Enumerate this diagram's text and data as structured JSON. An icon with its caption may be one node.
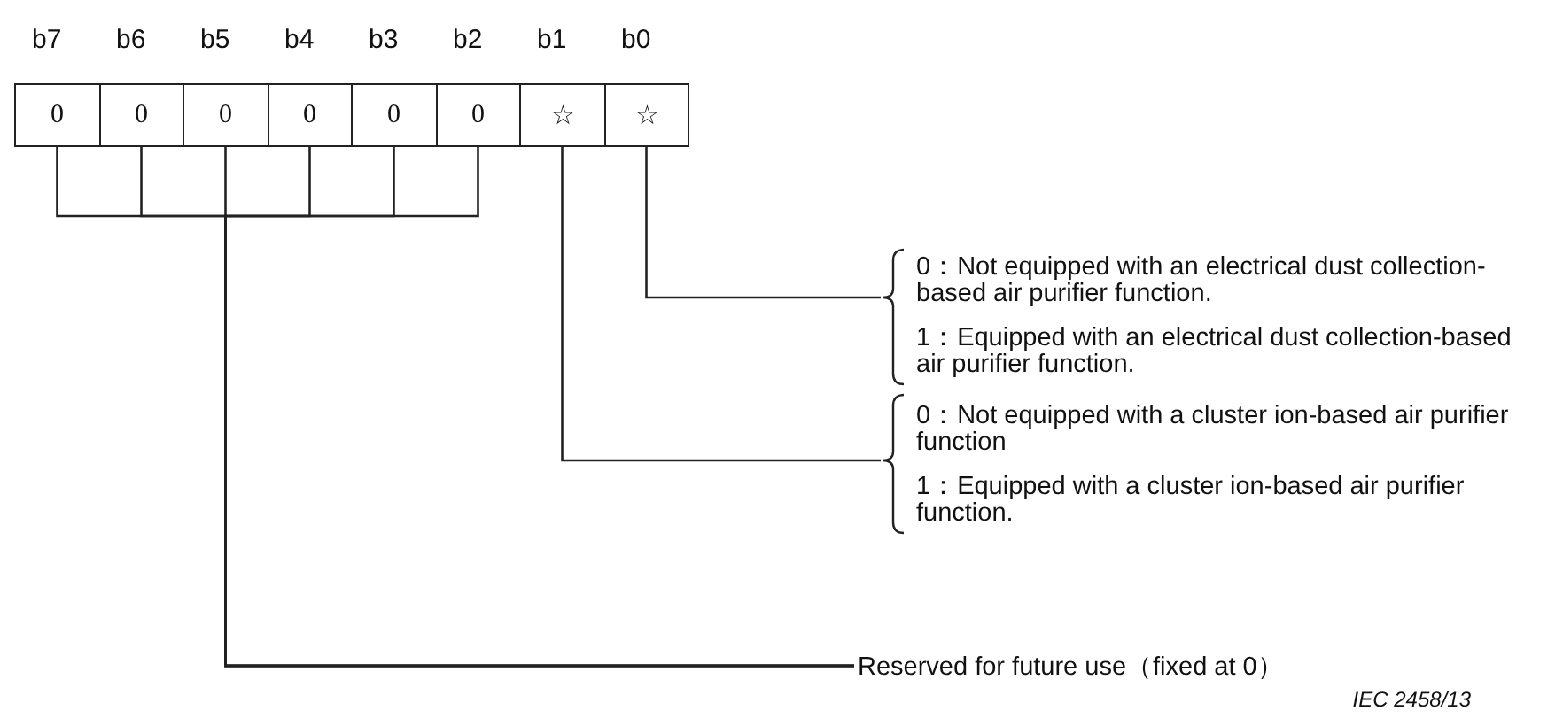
{
  "diagram": {
    "nodes": [
      {
        "text": [
          "0"
        ],
        "beside": [
          "b7"
        ]
      },
      {
        "text": [
          "0"
        ],
        "beside": [
          "b6"
        ]
      },
      {
        "text": [
          "0"
        ],
        "beside": [
          "b5"
        ]
      },
      {
        "text": [
          "0"
        ],
        "beside": [
          "b4"
        ]
      },
      {
        "text": [
          "0"
        ],
        "beside": [
          "b3"
        ]
      },
      {
        "text": [
          "0"
        ],
        "beside": [
          "b2"
        ]
      },
      {
        "text": [
          "☆"
        ],
        "beside": [
          "b1"
        ]
      },
      {
        "text": [
          "☆"
        ],
        "beside": [
          "b0"
        ]
      },
      {
        "text": [
          "0：Not equipped with an electrical dust collection-based air purifier function.",
          "1：Equipped with an electrical dust collection-based air purifier function."
        ]
      },
      {
        "text": [
          "0：Not equipped with a cluster ion-based air purifier function",
          "1：Equipped with a cluster ion-based air purifier function."
        ]
      },
      {
        "text": [
          "Reserved for future use（fixed at 0）"
        ]
      }
    ],
    "edges": [
      {
        "from": 0,
        "to": 10,
        "arrow": "none"
      },
      {
        "from": 1,
        "to": 10,
        "arrow": "none"
      },
      {
        "from": 2,
        "to": 10,
        "arrow": "none"
      },
      {
        "from": 3,
        "to": 10,
        "arrow": "none"
      },
      {
        "from": 4,
        "to": 10,
        "arrow": "none"
      },
      {
        "from": 5,
        "to": 10,
        "arrow": "none"
      },
      {
        "from": 6,
        "to": 9,
        "arrow": "none"
      },
      {
        "from": 7,
        "to": 8,
        "arrow": "none"
      }
    ],
    "labels": [
      "IEC 2458/13"
    ]
  }
}
